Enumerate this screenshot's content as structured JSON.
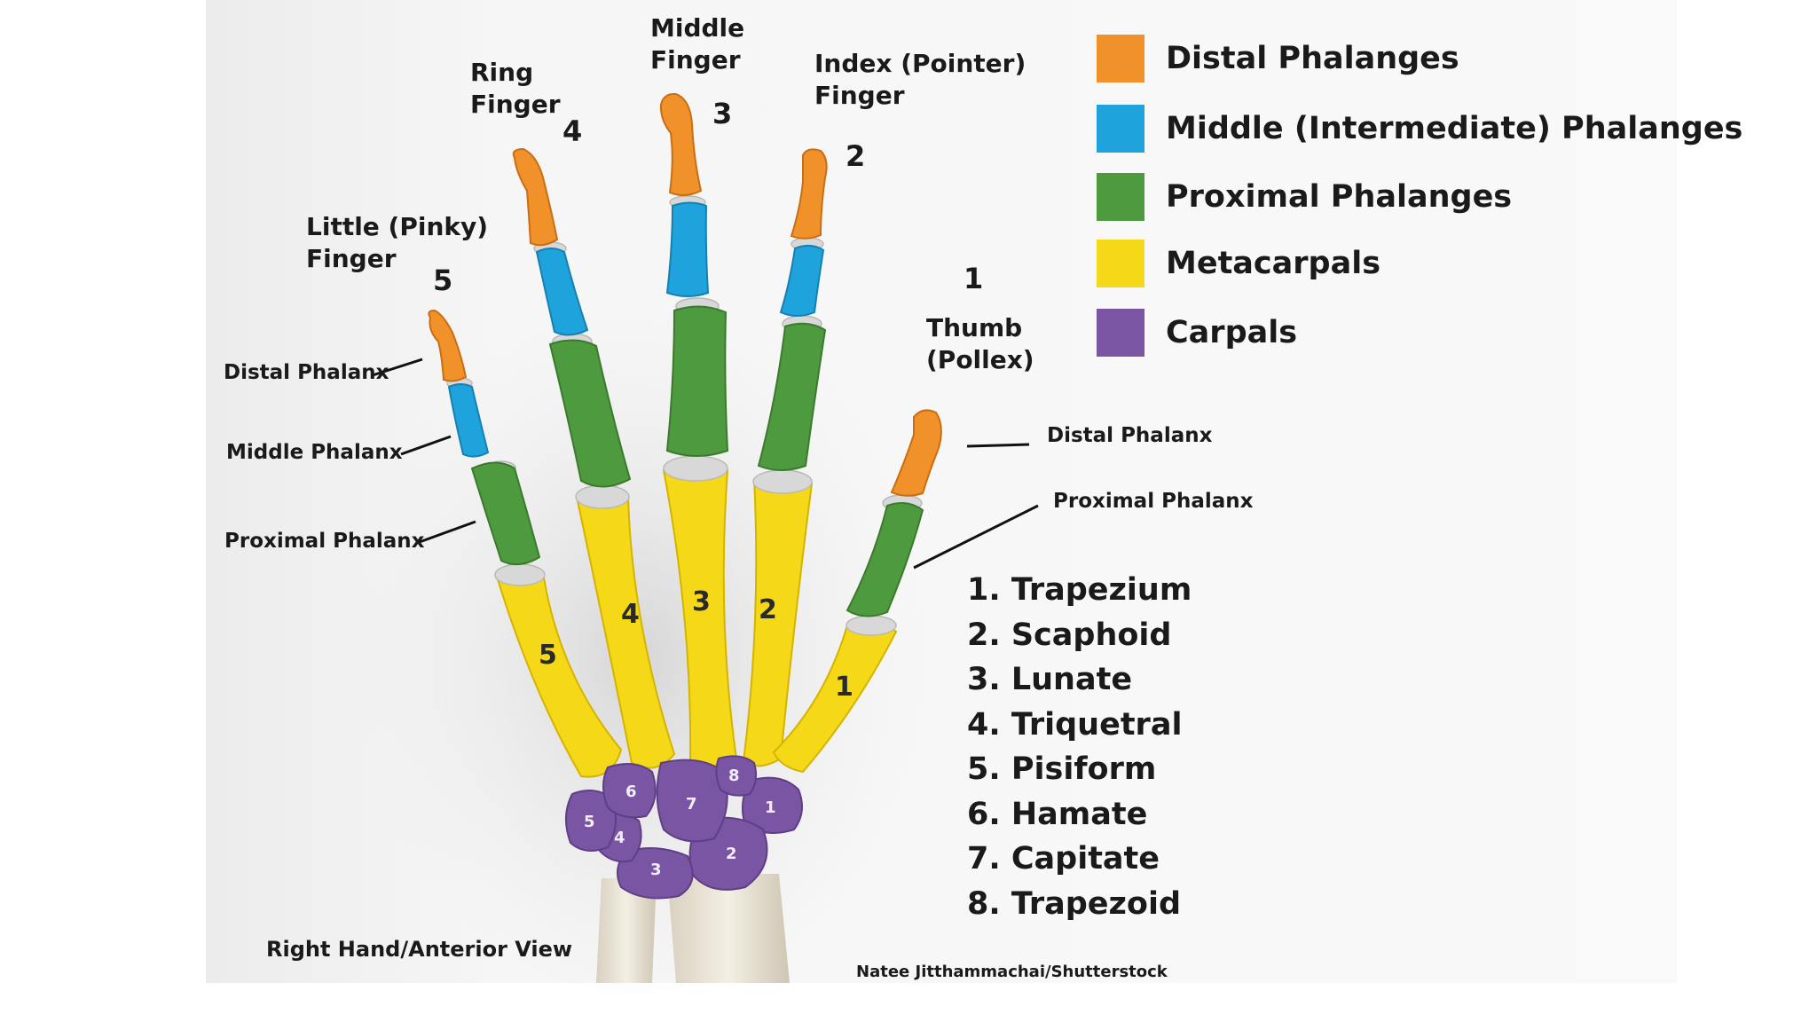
{
  "fingers": {
    "little": {
      "name": "Little (Pinky)\nFinger",
      "number": "5"
    },
    "ring": {
      "name": "Ring\nFinger",
      "number": "4"
    },
    "middle": {
      "name": "Middle\nFinger",
      "number": "3"
    },
    "index": {
      "name": "Index (Pointer)\nFinger",
      "number": "2"
    },
    "thumb": {
      "name": "Thumb\n(Pollex)",
      "number": "1"
    }
  },
  "side_labels": {
    "left_distal": "Distal Phalanx",
    "left_middle": "Middle Phalanx",
    "left_proximal": "Proximal Phalanx",
    "right_distal": "Distal Phalanx",
    "right_proximal": "Proximal Phalanx"
  },
  "legend": [
    {
      "label": "Distal Phalanges",
      "color": "#f0912a"
    },
    {
      "label": "Middle (Intermediate) Phalanges",
      "color": "#1ea3dc"
    },
    {
      "label": "Proximal Phalanges",
      "color": "#4e9a3e"
    },
    {
      "label": "Metacarpals",
      "color": "#f5d818"
    },
    {
      "label": "Carpals",
      "color": "#7a55a3"
    }
  ],
  "metacarpal_numbers": [
    "5",
    "4",
    "3",
    "2",
    "1"
  ],
  "carpal_numbers": [
    "1",
    "2",
    "3",
    "4",
    "5",
    "6",
    "7",
    "8"
  ],
  "carpals": [
    "1. Trapezium",
    "2. Scaphoid",
    "3. Lunate",
    "4. Triquetral",
    "5. Pisiform",
    "6. Hamate",
    "7. Capitate",
    "8. Trapezoid"
  ],
  "caption": "Right Hand/Anterior View",
  "credit": "Natee Jitthammachai/Shutterstock"
}
